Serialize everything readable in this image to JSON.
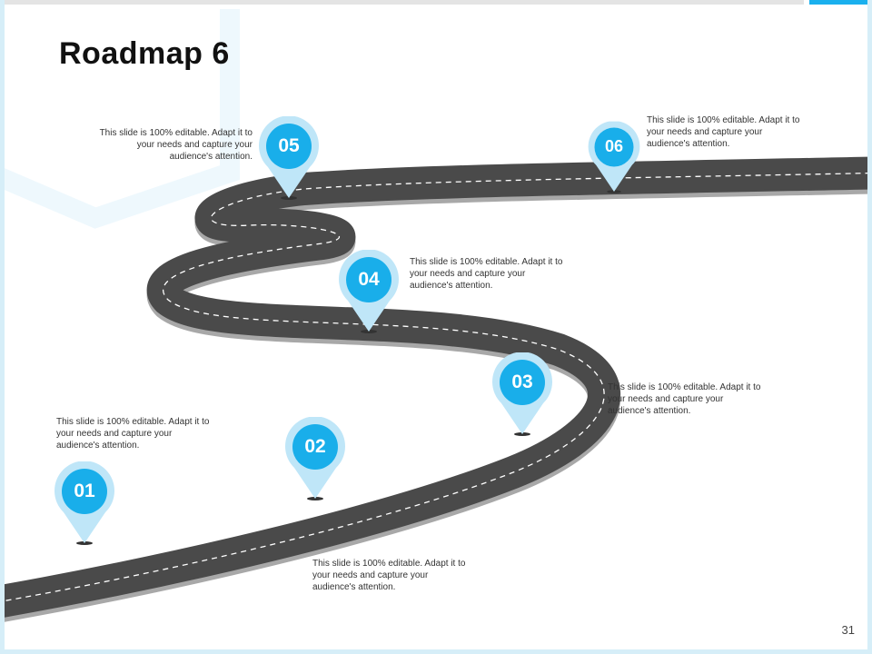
{
  "slide": {
    "title": "Roadmap 6",
    "page_number": "31"
  },
  "colors": {
    "road": "#4a4a4a",
    "road_edge": "#a8a8a8",
    "pin_outer": "#bfe6f8",
    "pin_inner": "#19aeea",
    "accent": "#1ab0ee"
  },
  "milestones": [
    {
      "number": "01",
      "text": "This slide is 100% editable. Adapt it to your needs and capture your audience's attention."
    },
    {
      "number": "02",
      "text": "This slide is 100% editable. Adapt it to your needs and capture your audience's attention."
    },
    {
      "number": "03",
      "text": "This slide is 100% editable. Adapt it to your needs and capture your audience's attention."
    },
    {
      "number": "04",
      "text": "This slide is 100% editable. Adapt it to your needs and capture your audience's attention."
    },
    {
      "number": "05",
      "text": "This slide is 100% editable. Adapt it to your needs and capture your audience's attention."
    },
    {
      "number": "06",
      "text": "This slide is 100% editable. Adapt it to your needs and capture your audience's attention."
    }
  ]
}
